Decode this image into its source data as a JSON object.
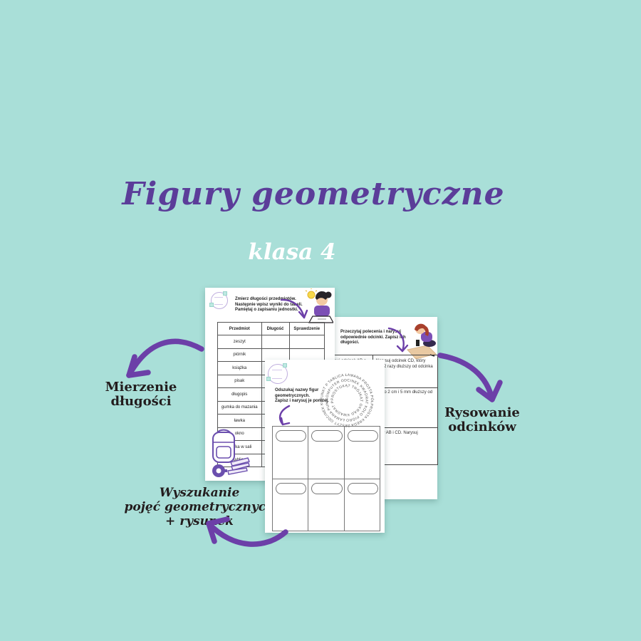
{
  "page": {
    "title": "Figury geometryczne",
    "subtitle": "klasa 4"
  },
  "colors": {
    "background": "#a9dfd8",
    "title": "#5b3d99",
    "subtitle": "#ffffff",
    "arrow": "#6c3fa8",
    "label_text": "#231d1e"
  },
  "labels": {
    "measure": {
      "line1": "Mierzenie",
      "line2": "długości"
    },
    "segments": {
      "line1": "Rysowanie",
      "line2": "odcinków"
    },
    "wordsearch": {
      "line1": "Wyszukanie",
      "line2": "pojęć geometrycznych",
      "line3": "+ rysunek"
    }
  },
  "worksheet_measure": {
    "instruction_line1": "Zmierz długości przedmiotów.",
    "instruction_line2": "Następnie wpisz  wyniki do tabeli.",
    "instruction_line3": "Pamiętaj o zapisaniu jednostki.",
    "table_headers": [
      "Przedmiot",
      "Długość",
      "Sprawdzenie"
    ],
    "table_rows": [
      "zeszyt",
      "piórnik",
      "książka",
      "pisak",
      "długopis",
      "gumka do mazania",
      "ławka",
      "okno",
      "szafka w sali",
      "tablica"
    ]
  },
  "worksheet_segments": {
    "instruction_line1": "Przeczytaj polecenia i narysuj",
    "instruction_line2": "odpowiednie odcinki. Zapisz ich",
    "instruction_line3": "długości.",
    "tasks": [
      "Narysuj odcinek AB o długości 4 cm 5mm.",
      "Narysuj odcinek CD, który jest 2 razy dłuższy od odcinka AB.",
      "Narysuj odcinek GH, który jest o 2 cm i 5 mm dłuższy od odcinka AB.",
      "Oblicz sumę długości odcinków AB i CD. Narysuj odcinek XY o tej długości."
    ]
  },
  "worksheet_wordsearch": {
    "instruction_line1": "Odszukaj nazwy figur",
    "instruction_line2": "geometrycznych.",
    "instruction_line3": "Zapisz i narysuj je poniżej.",
    "spiral_ring1": "PUNKT P TABLICA ŁAMANA PROSTA PÓŁPROSTA KREDA ZESZYT ODCINEK KOŁO PIÓRNIK",
    "spiral_ring2": "KOMPUTER ODCINEK KWADRAT KOŁO PIÓRO ŁAMANA PUNKT",
    "spiral_ring3": "PROSTOKĄT TRÓJKĄT OKRĄG KWADRAT PUNKT",
    "box_count": 6
  }
}
